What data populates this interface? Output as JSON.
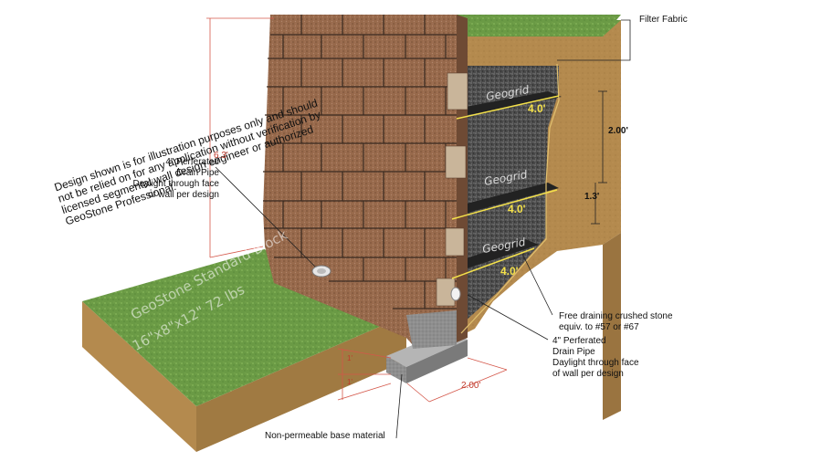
{
  "labels": {
    "filter_fabric": "Filter Fabric",
    "drain_pipe_left": [
      "4\" Perferated",
      "Drain Pipe",
      "Daylight through face",
      "of wall per design"
    ],
    "drain_pipe_right": [
      "4\" Perferated",
      "Drain Pipe",
      "Daylight through face",
      "of wall per design"
    ],
    "crushed_stone": [
      "Free draining crushed stone",
      "equiv. to #57 or #67"
    ],
    "base_material": "Non-permeable base material",
    "disclaimer": "Design shown is for illustration purposes only and should not be relied on for any application without verification by licensed segmental wall design engineer or authorized GeoStone Professional.",
    "block_title": "GeoStone Standard Block",
    "block_dims": "16\"x8\"x12\"  72 lbs",
    "geogrid": "Geogrid"
  },
  "dimensions": {
    "wall_height": "6.3'",
    "spacing_top": "2.00'",
    "spacing_mid": "1.3'",
    "geogrid_length_1": "4.0'",
    "geogrid_length_2": "4.0'",
    "geogrid_length_3": "4.0'",
    "base_width": "2.00'",
    "embed_1": "1'",
    "embed_2": "1'"
  },
  "colors": {
    "grass": "#6fa04a",
    "soil": "#b48a4e",
    "block": "#9a6b4e",
    "gravel": "#4a4a4a",
    "base": "#9a9a9a",
    "dimension_red": "#c0392b",
    "geogrid_yellow": "#f4e14a"
  }
}
